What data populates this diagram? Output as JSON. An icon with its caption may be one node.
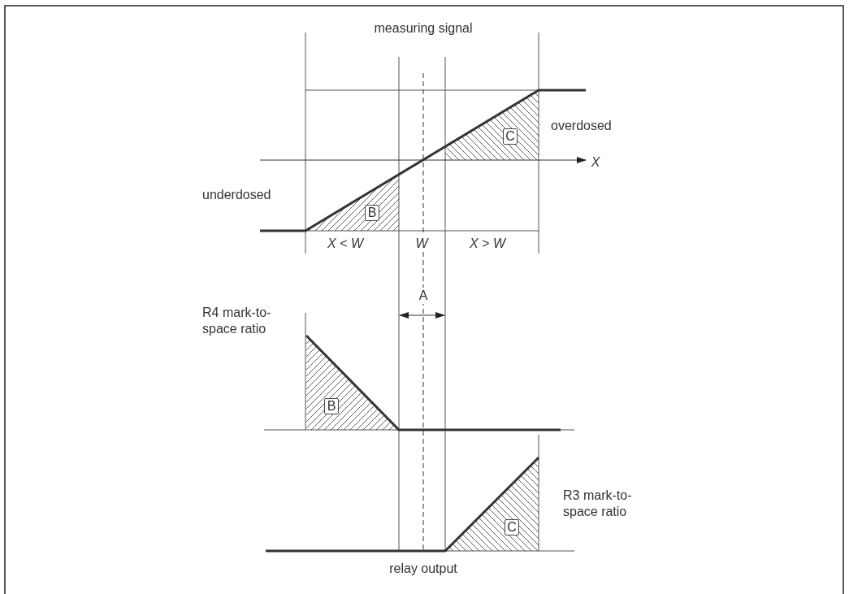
{
  "diagram": {
    "nodes": [
      {
        "text": [
          "C"
        ]
      },
      {
        "text": [
          "B"
        ]
      },
      {
        "text": [
          "B"
        ]
      },
      {
        "text": [
          "C"
        ]
      }
    ],
    "edges": [],
    "labels": [
      "measuring signal",
      "overdosed",
      "X",
      "underdosed",
      "X < W",
      "W",
      "X > W",
      "A",
      "R4 mark-to-space ratio",
      "R3 mark-to-space ratio",
      "relay output"
    ]
  }
}
